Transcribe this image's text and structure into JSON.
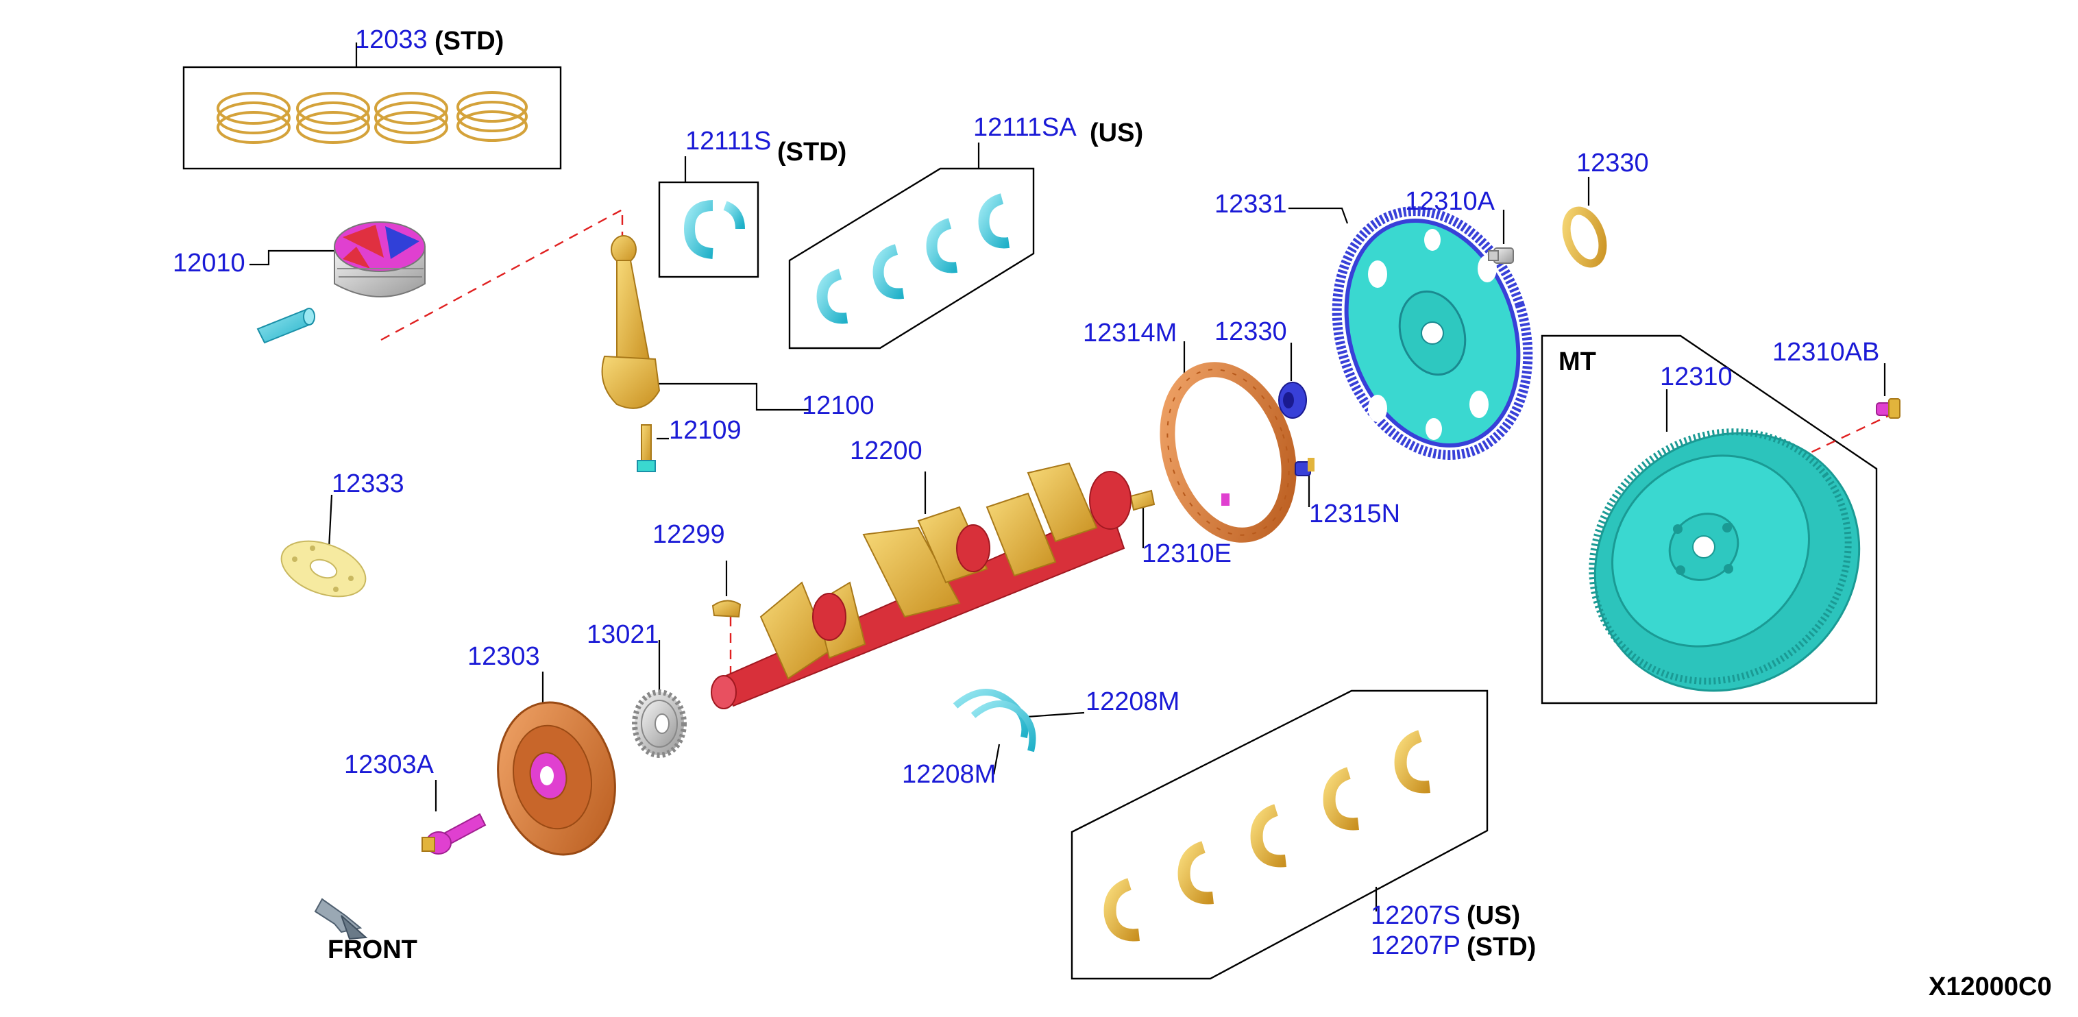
{
  "diagram": {
    "code": "X12000C0",
    "front_label": "FRONT",
    "mt_label": "MT"
  },
  "labels": {
    "p12033": "12033",
    "q12033": "(STD)",
    "p12111S": "12111S",
    "q12111S": "(STD)",
    "p12111SA": "12111SA",
    "q12111SA": "(US)",
    "p12010": "12010",
    "p12100": "12100",
    "p12109": "12109",
    "p12331": "12331",
    "p12310A": "12310A",
    "p12330a": "12330",
    "p12330b": "12330",
    "p12314M": "12314M",
    "p12310AB": "12310AB",
    "p12310": "12310",
    "p12200": "12200",
    "p12315N": "12315N",
    "p12310E": "12310E",
    "p12333": "12333",
    "p12299": "12299",
    "p13021": "13021",
    "p12303": "12303",
    "p12303A": "12303A",
    "p12208Ma": "12208M",
    "p12208Mb": "12208M",
    "p12207S": "12207S",
    "q12207S": "(US)",
    "p12207P": "12207P",
    "q12207P": "(STD)"
  },
  "colors": {
    "part_number": "#1a1ad6",
    "gold": "#e2b43c",
    "cyan": "#35c9dc",
    "red": "#d8303a",
    "blue_gear": "#3840d8",
    "orange": "#d87a36",
    "magenta": "#e040d0",
    "teal_flywheel": "#3ad8d0"
  }
}
